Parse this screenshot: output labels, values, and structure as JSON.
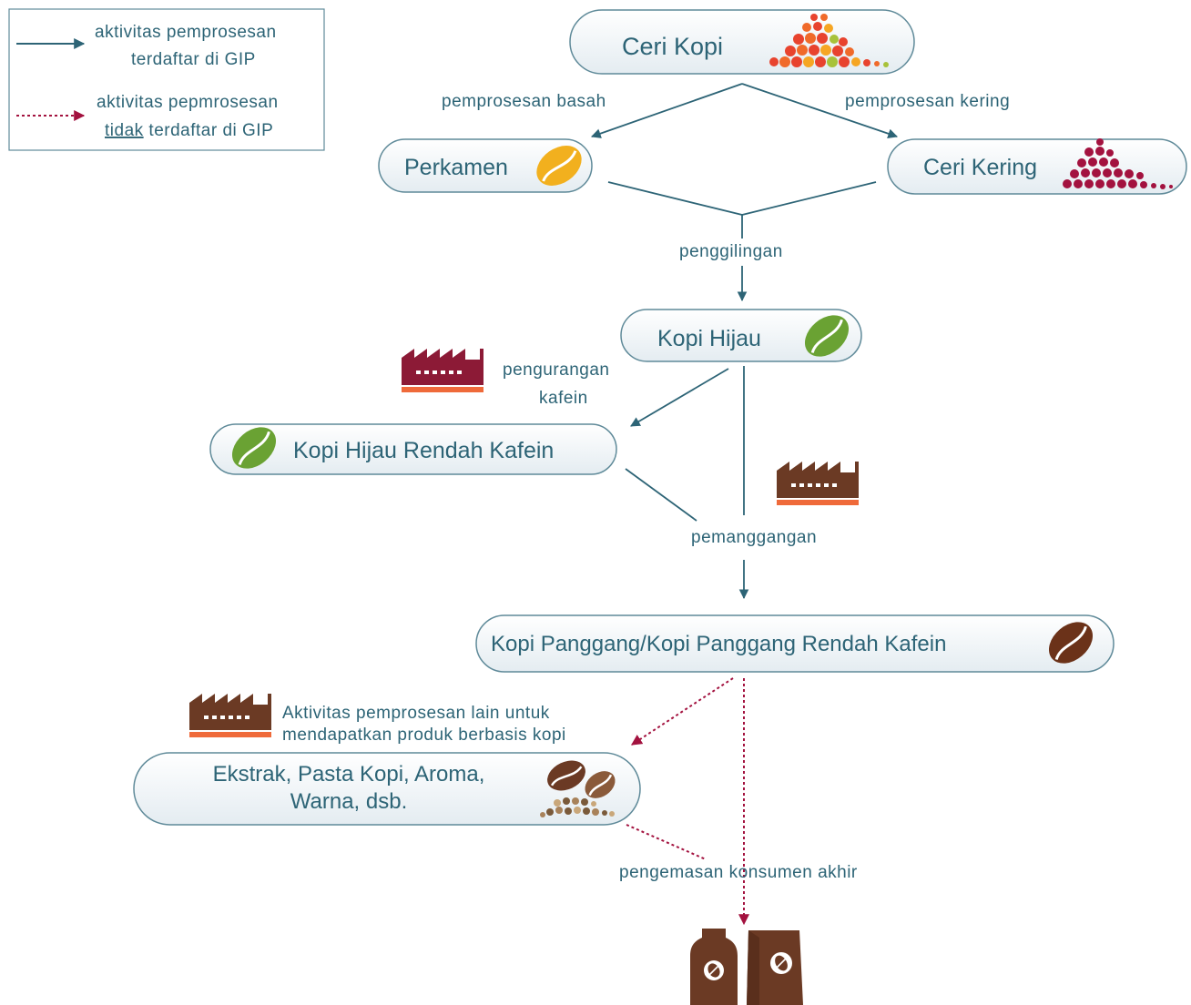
{
  "legend": {
    "solid_line_1": "aktivitas pemprosesan",
    "solid_line_2": "terdaftar di GIP",
    "dotted_line_1": "aktivitas pepmrosesan",
    "dotted_line_2_underlined": "tidak",
    "dotted_line_2_rest": " terdaftar di GIP"
  },
  "nodes": {
    "ceri_kopi": "Ceri Kopi",
    "perkamen": "Perkamen",
    "ceri_kering": "Ceri Kering",
    "kopi_hijau": "Kopi Hijau",
    "kopi_hijau_rendah_kafein": "Kopi Hijau Rendah Kafein",
    "kopi_panggang": "Kopi Panggang/Kopi Panggang Rendah Kafein",
    "ekstrak_line1": "Ekstrak, Pasta Kopi, Aroma,",
    "ekstrak_line2": "Warna, dsb."
  },
  "edges": {
    "pemprosesan_basah": "pemprosesan basah",
    "pemprosesan_kering": "pemprosesan kering",
    "penggilingan": "penggilingan",
    "pengurangan_1": "pengurangan",
    "pengurangan_2": "kafein",
    "pemanggangan": "pemanggangan",
    "aktivitas_lain_1": "Aktivitas pemprosesan lain untuk",
    "aktivitas_lain_2": "mendapatkan produk berbasis kopi",
    "pengemasan": "pengemasan konsumen akhir"
  },
  "icons": {
    "cherry_pile": "coffee-cherry-pile-icon",
    "parchment_bean": "parchment-bean-icon",
    "dried_cherry_pile": "dried-cherry-pile-icon",
    "green_bean": "green-bean-icon",
    "roasted_bean": "roasted-bean-icon",
    "extract": "coffee-extract-icon",
    "factory": "factory-icon",
    "packaging": "packaging-icon"
  },
  "colors": {
    "text": "#2d6476",
    "node_border": "#5f8a99",
    "solid_arrow": "#2d6476",
    "dotted_arrow": "#a3123f",
    "factory_red": "#8c1a36",
    "factory_brown": "#6b3a24",
    "factory_base": "#ef6a3a",
    "bean_yellow": "#f2b01e",
    "bean_green": "#6aa233",
    "bean_brown": "#6b3219",
    "cherry_red": "#e8432e",
    "dried_red": "#a3123f"
  }
}
